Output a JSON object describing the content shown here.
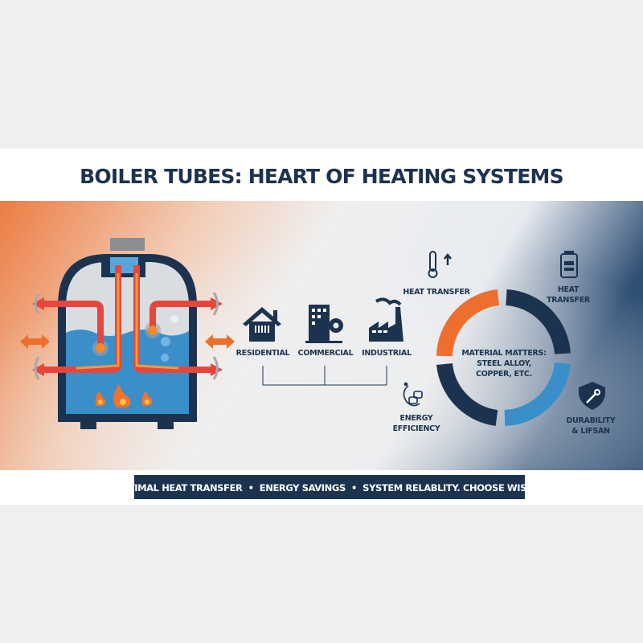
{
  "title": "BOILER TUBES: HEART OF HEATING SYSTEMS",
  "sectors": [
    {
      "label": "RESIDENTIAL",
      "icon": "house-icon"
    },
    {
      "label": "COMMERCIAL",
      "icon": "office-building-icon"
    },
    {
      "label": "INDUSTRIAL",
      "icon": "factory-icon"
    }
  ],
  "cycle": {
    "center_lines": [
      "MATERIAL MATTERS:",
      "STEEL ALLOY,",
      "COPPER, ETC."
    ],
    "items": [
      {
        "lines": [
          "HEAT TRANSFER"
        ],
        "icon": "thermometer-up-icon"
      },
      {
        "lines": [
          "HEAT",
          "TRANSFER"
        ],
        "icon": "battery-icon"
      },
      {
        "lines": [
          "DURABILITY",
          "& LIFSAN"
        ],
        "icon": "shield-wrench-icon"
      },
      {
        "lines": [
          "ENERGY",
          "EFFICIENCY"
        ],
        "icon": "energy-cycle-icon"
      }
    ]
  },
  "banner": "OPTIMAL HEAT TRANSFER  •  ENERGY SAVINGS  •  SYSTEM RELABLITY. CHOOSE WISELY.",
  "colors": {
    "navy": "#1c3350",
    "orange": "#ee6f2d",
    "blue": "#3a8fcb",
    "red": "#e8463c",
    "water": "#3b8fc9"
  }
}
